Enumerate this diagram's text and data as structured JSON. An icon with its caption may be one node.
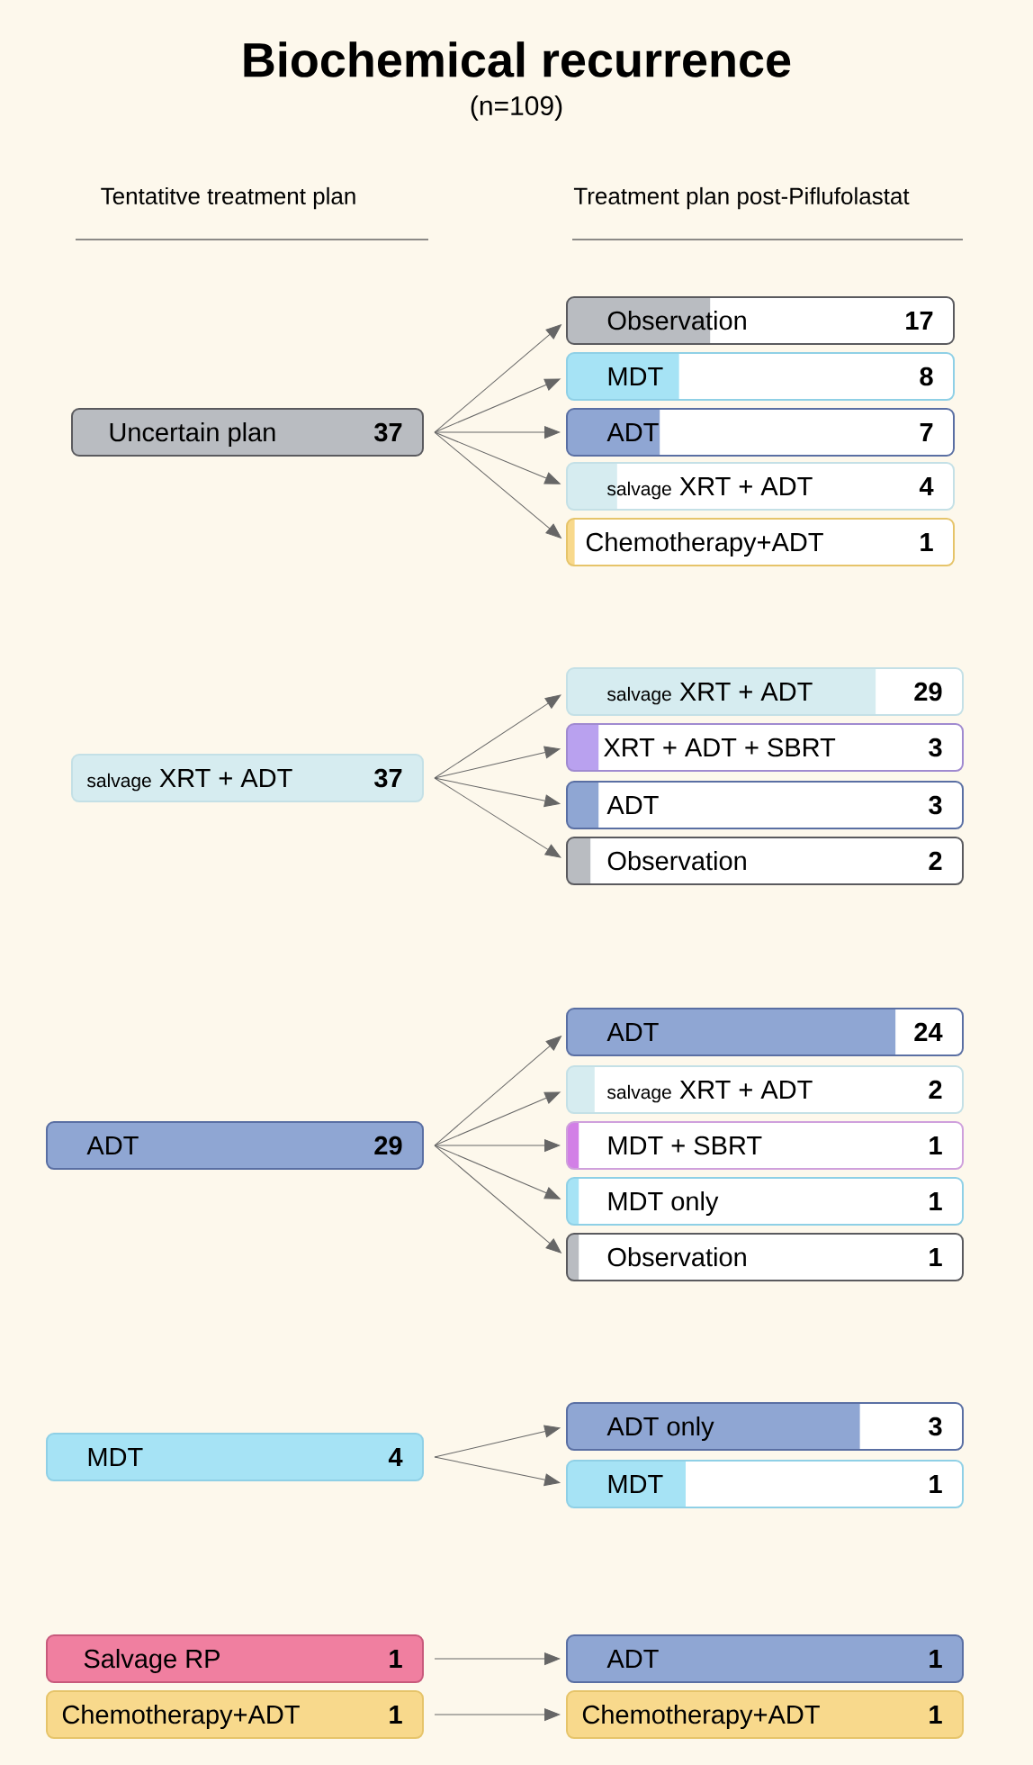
{
  "diagram": {
    "title": "Biochemical recurrence",
    "nodes": [
      {
        "text": [
          "Uncertain plan",
          "37"
        ]
      },
      {
        "text": [
          "Observation",
          "17"
        ]
      },
      {
        "text": [
          "MDT",
          "8"
        ]
      },
      {
        "text": [
          "ADT",
          "7"
        ]
      },
      {
        "text": [
          "salvage",
          "XRT + ADT",
          "4"
        ]
      },
      {
        "text": [
          "Chemotherapy+ADT",
          "1"
        ]
      },
      {
        "text": [
          "salvage",
          "XRT + ADT",
          "37"
        ]
      },
      {
        "text": [
          "salvage",
          "XRT + ADT",
          "29"
        ]
      },
      {
        "text": [
          "XRT + ADT + SBRT",
          "3"
        ]
      },
      {
        "text": [
          "ADT",
          "3"
        ]
      },
      {
        "text": [
          "Observation",
          "2"
        ]
      },
      {
        "text": [
          "ADT",
          "29"
        ]
      },
      {
        "text": [
          "ADT",
          "24"
        ]
      },
      {
        "text": [
          "salvage",
          "XRT + ADT",
          "2"
        ]
      },
      {
        "text": [
          "MDT + SBRT",
          "1"
        ]
      },
      {
        "text": [
          "MDT only",
          "1"
        ]
      },
      {
        "text": [
          "Observation",
          "1"
        ]
      },
      {
        "text": [
          "MDT",
          "4"
        ]
      },
      {
        "text": [
          "ADT only",
          "3"
        ]
      },
      {
        "text": [
          "MDT",
          "1"
        ]
      },
      {
        "text": [
          "Salvage RP",
          "1"
        ]
      },
      {
        "text": [
          "ADT",
          "1"
        ]
      },
      {
        "text": [
          "Chemotherapy+ADT",
          "1"
        ]
      },
      {
        "text": [
          "Chemotherapy+ADT",
          "1"
        ]
      }
    ],
    "edges": [
      {
        "from": 0,
        "to": 1,
        "arrow": "to"
      },
      {
        "from": 0,
        "to": 2,
        "arrow": "to"
      },
      {
        "from": 0,
        "to": 3,
        "arrow": "to"
      },
      {
        "from": 0,
        "to": 4,
        "arrow": "to"
      },
      {
        "from": 0,
        "to": 5,
        "arrow": "to"
      },
      {
        "from": 6,
        "to": 7,
        "arrow": "to"
      },
      {
        "from": 6,
        "to": 8,
        "arrow": "to"
      },
      {
        "from": 6,
        "to": 9,
        "arrow": "to"
      },
      {
        "from": 6,
        "to": 10,
        "arrow": "to"
      },
      {
        "from": 11,
        "to": 12,
        "arrow": "to"
      },
      {
        "from": 11,
        "to": 13,
        "arrow": "to"
      },
      {
        "from": 11,
        "to": 14,
        "arrow": "to"
      },
      {
        "from": 11,
        "to": 15,
        "arrow": "to"
      },
      {
        "from": 11,
        "to": 16,
        "arrow": "to"
      },
      {
        "from": 17,
        "to": 18,
        "arrow": "to"
      },
      {
        "from": 17,
        "to": 19,
        "arrow": "to"
      },
      {
        "from": 20,
        "to": 21,
        "arrow": "to"
      },
      {
        "from": 22,
        "to": 23,
        "arrow": "to"
      }
    ],
    "labels": [
      "(n=109)",
      "Tentatitve treatment plan",
      "Treatment plan post-Piflufolastat"
    ]
  }
}
